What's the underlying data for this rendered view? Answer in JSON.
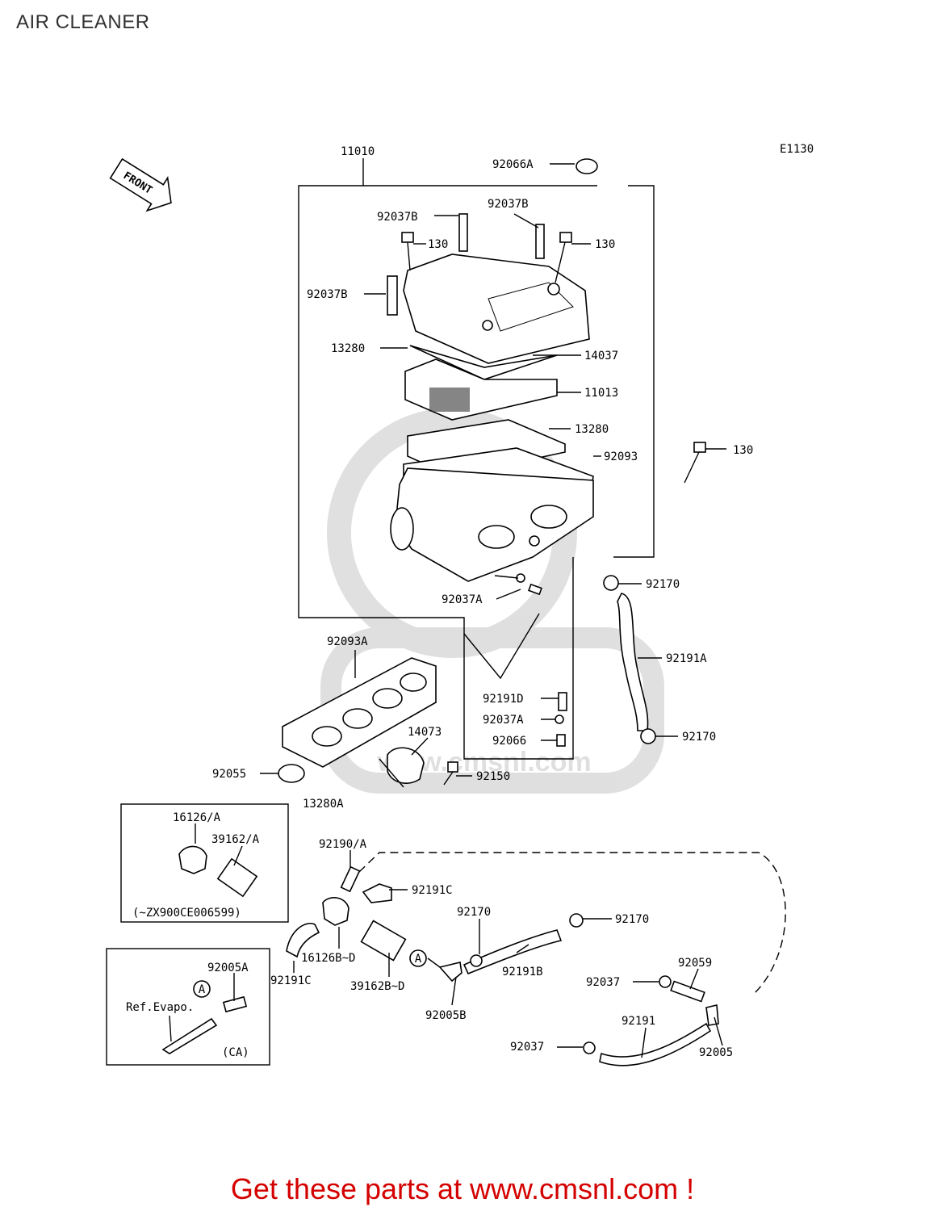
{
  "title": "AIR CLEANER",
  "diagram_code": "E1130",
  "front_label": "FRONT",
  "footer_text": "Get these parts at www.cmsnl.com !",
  "watermark_text": "www.cmsnl.com",
  "parts": {
    "p11010": "11010",
    "p92066A": "92066A",
    "p92037B_1": "92037B",
    "p92037B_2": "92037B",
    "p130_1": "130",
    "p130_2": "130",
    "p92037B_3": "92037B",
    "p13280_1": "13280",
    "p14037": "14037",
    "p11013": "11013",
    "p13280_2": "13280",
    "p92093": "92093",
    "p130_3": "130",
    "p92170_1": "92170",
    "p92037A_1": "92037A",
    "p92093A": "92093A",
    "p92191A": "92191A",
    "p92191D": "92191D",
    "p92037A_2": "92037A",
    "p92066": "92066",
    "p92170_2": "92170",
    "p14073": "14073",
    "p92055": "92055",
    "p92150": "92150",
    "p13280A": "13280A",
    "p16126A": "16126/A",
    "p39162A": "39162/A",
    "note_zx900": "(~ZX900CE006599)",
    "p92190A": "92190/A",
    "p92191C_1": "92191C",
    "p92170_3": "92170",
    "p92170_4": "92170",
    "p16126B": "16126B~D",
    "p92191C_2": "92191C",
    "p39162B": "39162B~D",
    "p92191B": "92191B",
    "p92005B": "92005B",
    "p92059": "92059",
    "p92037_1": "92037",
    "p92191": "92191",
    "p92037_2": "92037",
    "p92005": "92005",
    "p92005A": "92005A",
    "ref_evapo": "Ref.Evapo.",
    "note_ca": "(CA)",
    "circle_a_1": "A",
    "circle_a_2": "A"
  }
}
